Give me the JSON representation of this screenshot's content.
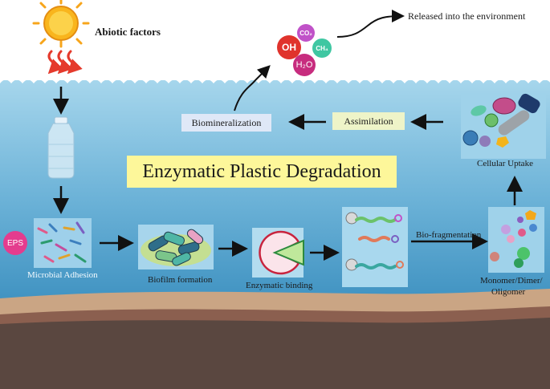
{
  "labels": {
    "abiotic_factors": "Abiotic factors",
    "released": "Released into the environment",
    "biomineralization": "Biomineralization",
    "assimilation": "Assimilation",
    "cellular_uptake": "Cellular Uptake",
    "title": "Enzymatic Plastic Degradation",
    "eps": "EPS",
    "microbial_adhesion": "Microbial Adhesion",
    "biofilm_formation": "Biofilm formation",
    "enzymatic_binding": "Enzymatic binding",
    "bio_fragmentation": "Bio-fragmentation",
    "monomer_line1": "Monomer/Dimer/",
    "monomer_line2": "Oligomer"
  },
  "molecules": {
    "oh": "OH",
    "co2": "CO₂",
    "ch4": "CH₄",
    "h2o": "H₂O"
  },
  "colors": {
    "sky": "#ffffff",
    "water_top": "#8fc9e4",
    "water_bottom": "#3f93c1",
    "sand": "#c9a583",
    "soil_mid": "#8c6251",
    "soil_dark": "#5b4840",
    "title_box": "#fdf79a",
    "biomineral_box": "#dfe8f7",
    "assimilation_box": "#eef4c8",
    "sun": "#f9b31c",
    "heat": "#e53a2c",
    "oh": "#e0332c",
    "co2": "#c052c8",
    "ch4": "#3fc7a2",
    "h2o": "#c72c7e",
    "eps": "#e43c8e"
  }
}
